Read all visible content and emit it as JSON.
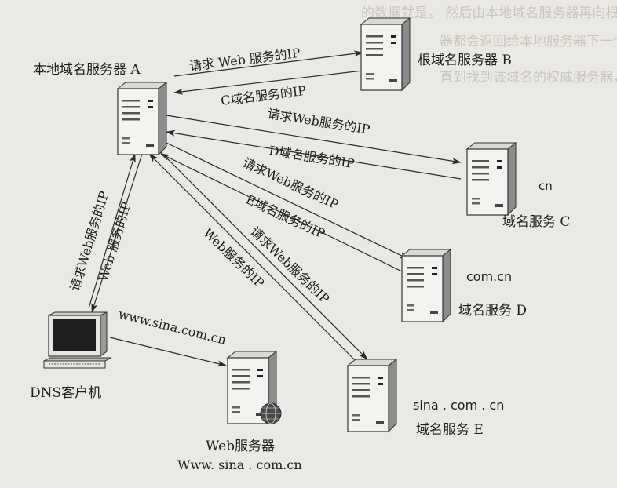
{
  "background_text": [
    "的数据就是。 然后由本地域名服务器再向根域名服务器询问。",
    "器都会返回给本地服务器下一个应该查询的域名服务器的IP地址。",
    "直到找到该域名的权威服务器，再由其返回对应的IP地址。"
  ],
  "nodes": {
    "local_server": "本地域名服务器 A",
    "root_server": "根域名服务器 B",
    "cn_server_top": "cn",
    "cn_server": "域名服务 C",
    "comcn_server_top": "com.cn",
    "comcn_server": "域名服务 D",
    "sina_server_top": "sina . com . cn",
    "sina_server": "域名服务  E",
    "dns_client": "DNS客户机",
    "web_server": "Web服务器",
    "web_server_url": "Www. sina . com.cn"
  },
  "edges": {
    "a_to_b": "请求 Web 服务的IP",
    "b_to_a": "C域名服务的IP",
    "a_to_c": "请求Web服务的IP",
    "c_to_a": "D域名服务的IP",
    "a_to_d": "请求Web服务的IP",
    "d_to_a": "E域名服务的IP",
    "a_to_e": "请求Web服务的IP",
    "e_to_a": "Web服务的IP",
    "client_to_a": "请求Web服务的IP",
    "a_to_client": "Web 服务的IP",
    "client_to_web": "www.sina.com.cn"
  },
  "colors": {
    "server_face": "#f4f3f0",
    "server_side": "#8c8c8c",
    "line": "#2a2a2a",
    "globe": "#4a4a4a"
  }
}
